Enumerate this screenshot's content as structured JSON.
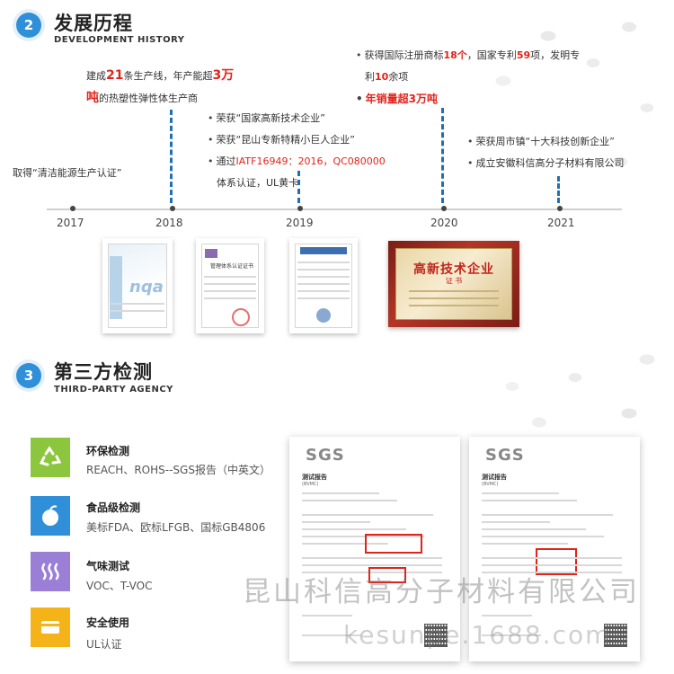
{
  "section2": {
    "number": "2",
    "title": "发展历程",
    "subtitle": "DEVELOPMENT HISTORY"
  },
  "timeline": {
    "years": [
      "2017",
      "2018",
      "2019",
      "2020",
      "2021"
    ],
    "e2017": "取得“清洁能源生产认证”",
    "e2018": {
      "p1": "建成",
      "n1": "21",
      "p2": "条生产线，年产能超",
      "n2": "3万",
      "n3": "吨",
      "p3": "的热塑性弹性体生产商"
    },
    "e2019": {
      "l1": "荣获“国家高新技术企业”",
      "l2": "荣获“昆山专新特精小巨人企业”",
      "l3a": "通过",
      "l3b": "IATF16949：2016，QC080000",
      "l4": "体系认证，UL黄卡"
    },
    "e2020": {
      "p1": "获得国际注册商标",
      "n1": "18个",
      "p2": "，国家专利",
      "n2": "59",
      "p3": "项，发明专",
      "p4": "利",
      "n3": "10",
      "p5": "余项",
      "l2": "年销量超3万吨"
    },
    "e2021": {
      "l1": "荣获周市镇“十大科技创新企业”",
      "l2": "成立安徽科信高分子材料有限公司"
    },
    "bullet": "•"
  },
  "certs": {
    "c1_mark": "nqa",
    "c2_head": "管理体系认证证书",
    "plaque_title": "高新技术企业",
    "plaque_sub": "证 书"
  },
  "section3": {
    "number": "3",
    "title": "第三方检测",
    "subtitle": "THIRD-PARTY AGENCY"
  },
  "features": [
    {
      "title": "环保检测",
      "desc": "REACH、ROHS--SGS报告（中英文）",
      "color": "#8cc63f",
      "icon": "recycle-icon"
    },
    {
      "title": "食品级检测",
      "desc": "美标FDA、欧标LFGB、国标GB4806",
      "color": "#2f8fd8",
      "icon": "apple-icon"
    },
    {
      "title": "气味测试",
      "desc": "VOC、T-VOC",
      "color": "#9b7fd6",
      "icon": "odor-waves-icon"
    },
    {
      "title": "安全使用",
      "desc": "UL认证",
      "color": "#f5b31a",
      "icon": "card-icon"
    }
  ],
  "reports": {
    "logo": "SGS",
    "heading": "测试报告",
    "heading_en": "(BVMC)"
  },
  "watermark": {
    "company": "昆山科信高分子材料有限公司",
    "site": "kesunpe.1688.com"
  },
  "colors": {
    "accent_blue": "#2f8fd8",
    "highlight_red": "#e2231a",
    "dash_blue": "#1f6fb8"
  }
}
